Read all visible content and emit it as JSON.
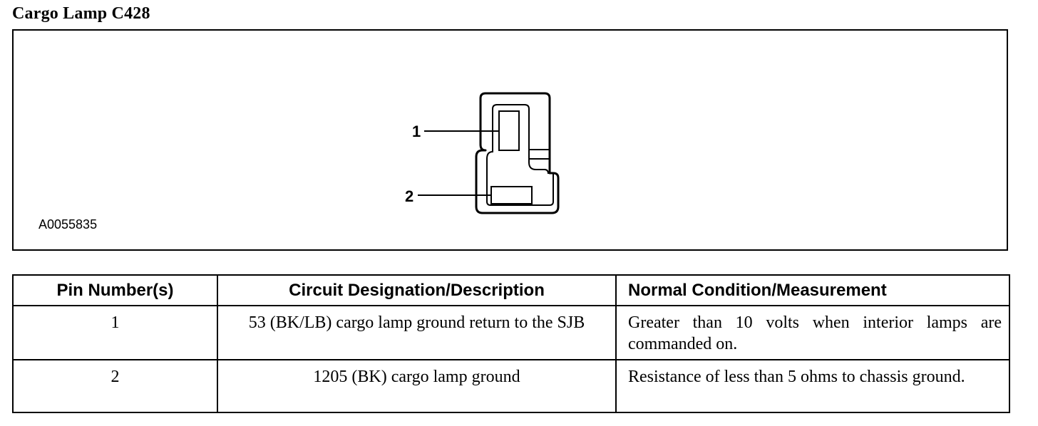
{
  "title": "Cargo Lamp C428",
  "figure": {
    "pin_labels": [
      "1",
      "2"
    ],
    "figure_id": "A0055835"
  },
  "table": {
    "headers": [
      "Pin Number(s)",
      "Circuit Designation/Description",
      "Normal Condition/Measurement"
    ],
    "rows": [
      {
        "pin": "1",
        "circuit": "53 (BK/LB) cargo lamp ground return to the SJB",
        "condition": "Greater than 10 volts when interior lamps are commanded on."
      },
      {
        "pin": "2",
        "circuit": "1205 (BK) cargo lamp ground",
        "condition": "Resistance of less than 5 ohms to chassis ground."
      }
    ]
  }
}
